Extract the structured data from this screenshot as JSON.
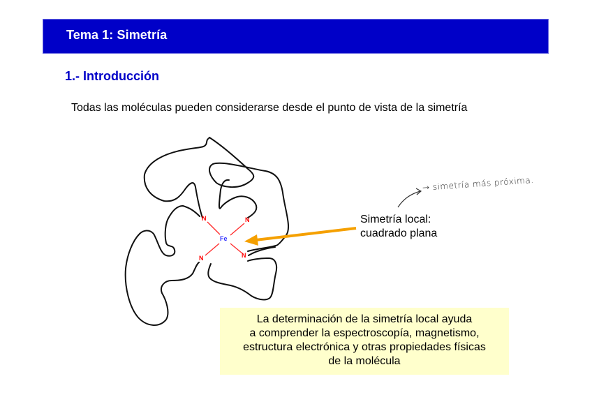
{
  "header": {
    "title": "Tema 1: Simetría",
    "color": "#0000c8"
  },
  "section": {
    "title": "1.- Introducción"
  },
  "intro_text": "Todas las moléculas pueden considerarse desde el punto de vista de la simetría",
  "diagram": {
    "center_atom": "Fe",
    "ligand_atom": "N",
    "ligand_count": 4,
    "center_color": "#3333ff",
    "ligand_color": "#ff0000",
    "arrow_color": "#f5a000",
    "label": {
      "line1": "Simetría local:",
      "line2": "cuadrado plana"
    },
    "handwritten_note": "→ simetría más próxima."
  },
  "infobox": {
    "background": "#ffffcc",
    "lines": [
      "La determinación de la simetría local ayuda",
      "a comprender la espectroscopía, magnetismo,",
      "estructura electrónica y otras propiedades físicas",
      "de la molécula"
    ]
  }
}
